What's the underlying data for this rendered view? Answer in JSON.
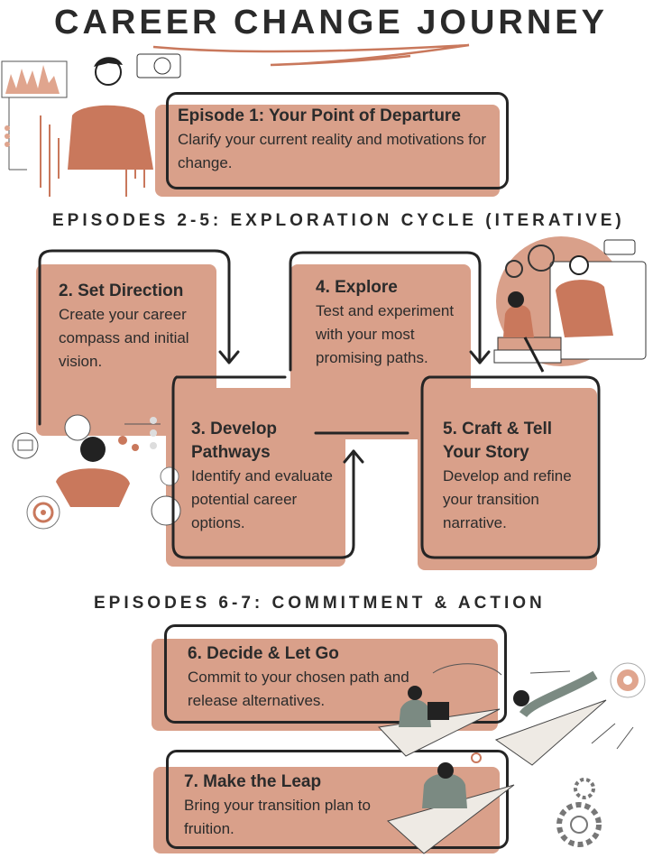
{
  "title": "CAREER CHANGE JOURNEY",
  "sections": {
    "exploration": "EPISODES 2-5: EXPLORATION CYCLE (ITERATIVE)",
    "commitment": "EPISODES 6-7: COMMITMENT & ACTION"
  },
  "episodes": {
    "e1": {
      "title": "Episode 1: Your Point of Departure",
      "desc": "Clarify your current reality and motivations for change."
    },
    "e2": {
      "title": "2. Set Direction",
      "desc": "Create your career compass and initial vision."
    },
    "e3": {
      "title": "3. Develop Pathways",
      "desc": " Identify and evaluate potential career options."
    },
    "e4": {
      "title": "4. Explore",
      "desc": "Test and experiment with your most promising paths."
    },
    "e5": {
      "title": "5. Craft & Tell Your Story",
      "desc": "Develop and refine your transition narrative."
    },
    "e6": {
      "title": "6. Decide & Let Go",
      "desc": "Commit to your chosen path and release alternatives."
    },
    "e7": {
      "title": "7. Make the Leap",
      "desc": "Bring your transition plan to fruition."
    }
  },
  "colors": {
    "card": "#d9a08a",
    "ink": "#252525",
    "accent": "#c9785c"
  }
}
